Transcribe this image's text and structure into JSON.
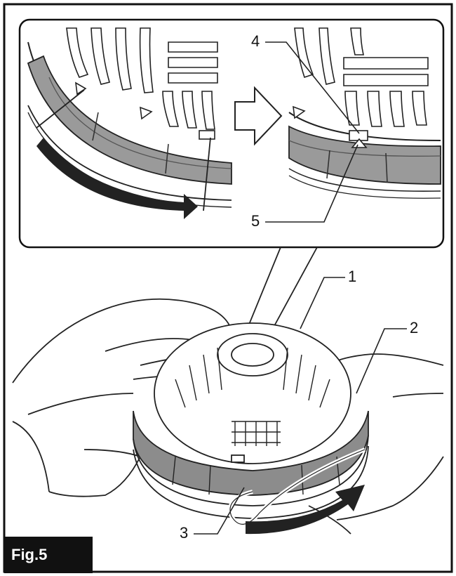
{
  "figure": {
    "label": "Fig.5",
    "callouts": {
      "c1": "1",
      "c2": "2",
      "c3": "3",
      "c4": "4",
      "c5": "5"
    }
  },
  "colors": {
    "line": "#1a1a1a",
    "ring_gray": "#8c8c8c",
    "ring_dark": "#6e6e6e",
    "arrow": "#222222",
    "label_bg": "#111111"
  }
}
